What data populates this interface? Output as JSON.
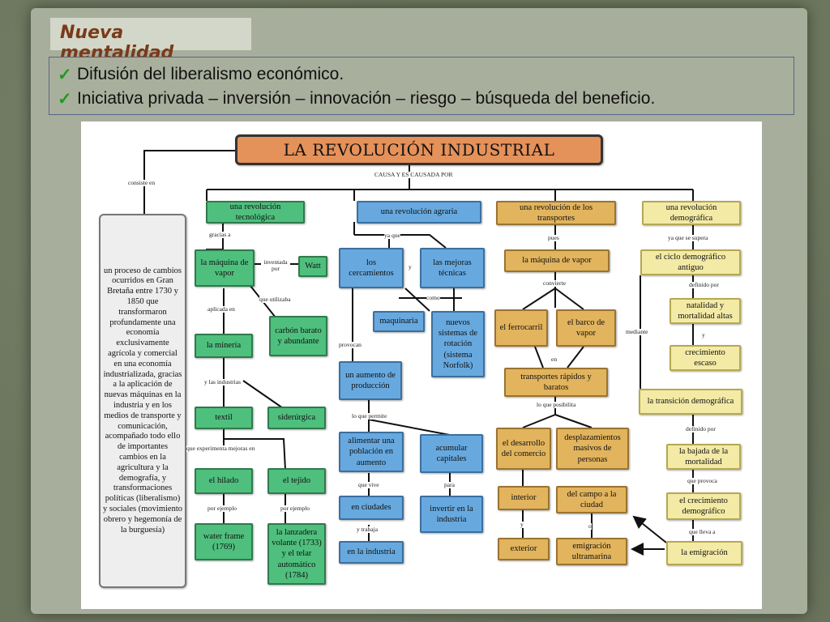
{
  "slide": {
    "title": "Nueva mentalidad",
    "bullets": [
      "Difusión del liberalismo económico.",
      "Iniciativa privada – inversión – innovación – riesgo – búsqueda del beneficio."
    ]
  },
  "map": {
    "title": "LA REVOLUCIÓN INDUSTRIAL",
    "causa_label": "CAUSA Y ES CAUSADA POR",
    "consiste_label": "consiste en",
    "definition": "un proceso de cambios ocurridos en Gran Bretaña entre 1730 y 1850 que transformaron profundamente una economía exclusivamente agrícola y comercial en una economía industrializada, gracias a la aplicación de nuevas máquinas en la industria y en los medios de transporte y comunicación, acompañado todo ello de importantes cambios en la agricultura y la demografía, y transformaciones políticas (liberalismo) y sociales (movimiento obrero y hegemonía de la burguesía)",
    "tec": {
      "title": "una revolución tecnológica",
      "gracias_a": "gracias a",
      "maquina": "la máquina de vapor",
      "inventada": "inventada por",
      "watt": "Watt",
      "utilizaba": "que utilizaba",
      "carbon": "carbón barato y abundante",
      "aplicada": "aplicada en",
      "mineria": "la minería",
      "industrias": "y las industrias",
      "textil": "textil",
      "siderurgica": "siderúrgica",
      "experimenta": "que experimenta mejoras en",
      "hilado": "el hilado",
      "tejido": "el tejido",
      "ejemplo1": "por ejemplo",
      "ejemplo2": "por ejemplo",
      "water": "water frame (1769)",
      "lanzadera": "la lanzadera volante (1733) y el telar automático (1784)"
    },
    "agr": {
      "title": "una revolución agraria",
      "ya_que": "ya que",
      "cercamientos": "los cercamientos",
      "y": "y",
      "mejoras": "las mejoras técnicas",
      "como": "como",
      "maquinaria": "maquinaria",
      "sistemas": "nuevos sistemas de rotación (sistema Norfolk)",
      "provocan": "provocan",
      "aumento": "un aumento de producción",
      "permite": "lo que permite",
      "alimentar": "alimentar una población en aumento",
      "acumular": "acumular capitales",
      "vive": "que vive",
      "para": "para",
      "ciudades": "en ciudades",
      "invertir": "invertir en la industria",
      "trabaja": "y trabaja",
      "industria": "en la industria"
    },
    "trans": {
      "title": "una revolución de los transportes",
      "pues": "pues",
      "maquina": "la máquina de vapor",
      "convierte": "convierte",
      "ferrocarril": "el ferrocarril",
      "barco": "el barco de vapor",
      "en": "en",
      "rapidos": "transportes rápidos y baratos",
      "posibilita": "lo que posibilita",
      "comercio": "el desarrollo del comercio",
      "desplazamientos": "desplazamientos masivos de personas",
      "interior": "interior",
      "campo": "del campo a la ciudad",
      "y": "y",
      "o": "o",
      "exterior": "exterior",
      "emigracion": "emigración ultramarina",
      "mediante": "mediante"
    },
    "dem": {
      "title": "una revolución demográfica",
      "supera": "ya que se supera",
      "ciclo": "el ciclo demográfico antiguo",
      "definido1": "definido por",
      "natalidad": "natalidad y mortalidad altas",
      "y": "y",
      "crecimiento": "crecimiento escaso",
      "transicion": "la transición demográfica",
      "definido2": "definido por",
      "bajada": "la bajada de la mortalidad",
      "provoca": "que provoca",
      "crecdem": "el crecimiento demográfico",
      "lleva": "que lleva a",
      "emigracion": "la emigración"
    }
  }
}
